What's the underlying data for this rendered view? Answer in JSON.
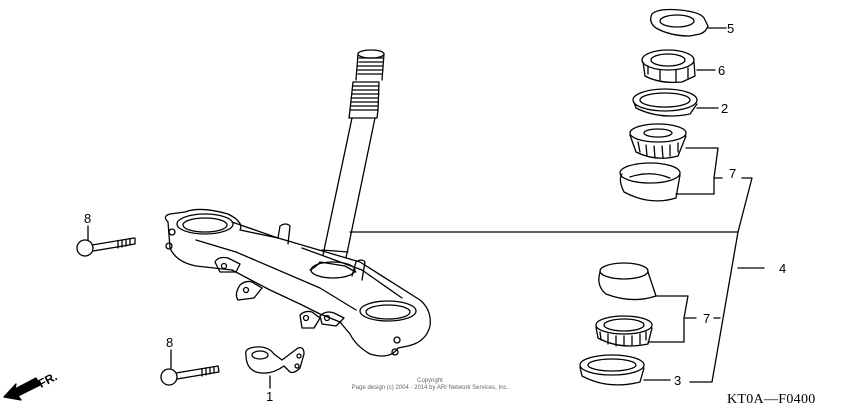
{
  "diagram": {
    "type": "exploded-parts-diagram",
    "subject": "Steering stem / top bridge assembly",
    "diagram_code": "KT0A—F0400",
    "direction_indicator": "FR.",
    "copyright": {
      "line1": "Copyright",
      "line2": "Page design (c) 2004 - 2014 by ARI Network Services, Inc."
    },
    "callouts": [
      {
        "id": "c1",
        "label": "1",
        "part": "bracket"
      },
      {
        "id": "c2",
        "label": "2",
        "part": "dust seal"
      },
      {
        "id": "c3",
        "label": "3",
        "part": "lower dust seal"
      },
      {
        "id": "c4",
        "label": "4",
        "part": "steering head bearing kit"
      },
      {
        "id": "c5",
        "label": "5",
        "part": "lock washer"
      },
      {
        "id": "c6",
        "label": "6",
        "part": "steering stem nut"
      },
      {
        "id": "c7a",
        "label": "7",
        "part": "upper bearing and race"
      },
      {
        "id": "c7b",
        "label": "7",
        "part": "lower bearing and race"
      },
      {
        "id": "c8a",
        "label": "8",
        "part": "flange bolt (upper)"
      },
      {
        "id": "c8b",
        "label": "8",
        "part": "flange bolt (lower)"
      }
    ]
  }
}
